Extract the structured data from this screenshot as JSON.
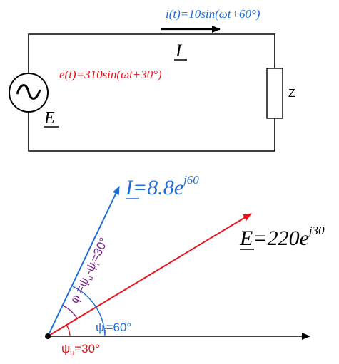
{
  "colors": {
    "wire": "#000000",
    "current": "#1f6fd6",
    "voltage": "#e8141c",
    "angle_phi": "#7a2b8c"
  },
  "icons": {
    "source": "ac-voltage-source-icon",
    "load": "impedance-box-icon"
  },
  "circuit": {
    "current_eq": "i(t)=10sin(ωt+60°)",
    "current_label": "I",
    "source_eq": "e(t)=310sin(ωt+30°)",
    "source_label": "E",
    "load_label": "Z"
  },
  "phasor": {
    "current_label": "I",
    "current_value": "=8.8e",
    "current_exp": "j60",
    "voltage_label": "E",
    "voltage_value": "=220e",
    "voltage_exp": "j30",
    "phi_label": "φ =ψ",
    "phi_sub_u": "u",
    "phi_mid": "-ψ",
    "phi_sub_i": "i",
    "phi_end": "=30°",
    "psi_i_label": "ψ",
    "psi_i_sub": "i",
    "psi_i_value": "=60°",
    "psi_u_label": "ψ",
    "psi_u_sub": "u",
    "psi_u_value": "=30°"
  }
}
